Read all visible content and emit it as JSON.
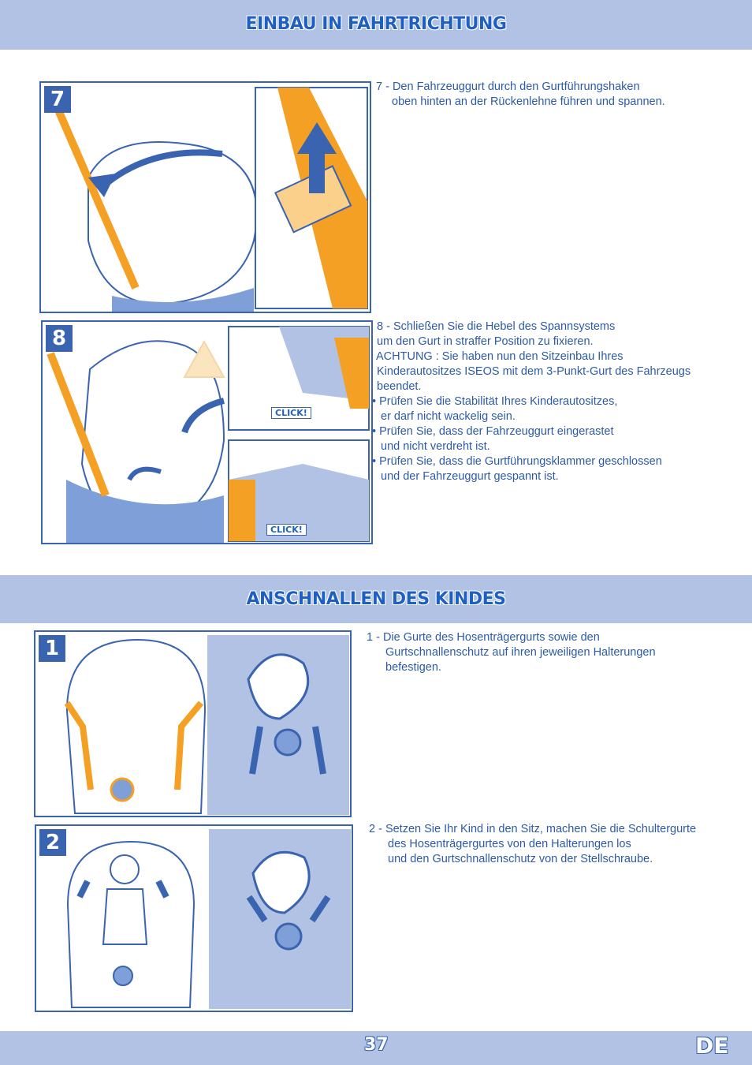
{
  "section1": {
    "title": "EINBAU IN FAHRTRICHTUNG"
  },
  "section2": {
    "title": "ANSCHNALLEN DES KINDES"
  },
  "steps": {
    "s7": {
      "number": "7",
      "lines": [
        "7 - Den Fahrzeuggurt durch den Gurtführungshaken",
        "oben hinten an der Rückenlehne führen und spannen."
      ]
    },
    "s8": {
      "number": "8",
      "click_label": "CLICK!",
      "lines": [
        "8 - Schließen Sie die Hebel des Spannsystems",
        "um den Gurt in straffer Position zu fixieren.",
        "ACHTUNG : Sie haben nun den Sitzeinbau Ihres",
        "Kinderautositzes ISEOS mit dem 3-Punkt-Gurt des Fahrzeugs",
        "beendet.",
        "• Prüfen Sie die Stabilität Ihres Kinderautositzes,",
        "er darf nicht wackelig sein.",
        "• Prüfen Sie, dass der Fahrzeuggurt eingerastet",
        "und nicht verdreht ist.",
        "• Prüfen Sie, dass die Gurtführungsklammer geschlossen",
        "und der Fahrzeuggurt gespannt ist."
      ]
    },
    "s1": {
      "number": "1",
      "lines": [
        "1 - Die Gurte des Hosenträgergurts sowie den",
        "Gurtschnallenschutz auf ihren jeweiligen Halterungen",
        "befestigen."
      ]
    },
    "s2": {
      "number": "2",
      "lines": [
        "2 - Setzen Sie Ihr Kind in den Sitz, machen Sie die Schultergurte",
        "des Hosenträgergurtes von den Halterungen los",
        "und den Gurtschnallenschutz von der Stellschraube."
      ]
    }
  },
  "footer": {
    "page_number": "37",
    "language": "DE"
  },
  "colors": {
    "band": "#b2c2e4",
    "title": "#1e5fc4",
    "text": "#2c5aa8",
    "orange": "#f4a024",
    "seat": "#7f9fd8"
  }
}
